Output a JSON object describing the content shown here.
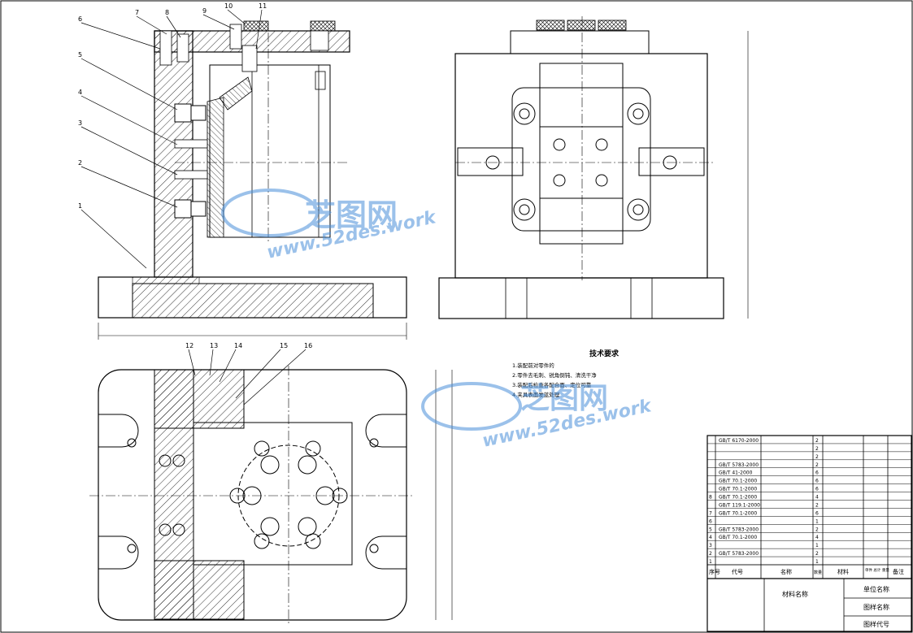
{
  "drawing": {
    "part_numbers": [
      "1",
      "2",
      "3",
      "4",
      "5",
      "6",
      "7",
      "8",
      "9",
      "10",
      "11",
      "12",
      "13",
      "14",
      "15",
      "16"
    ],
    "tech_title": "技术要求",
    "tech_lines": [
      "1.装配前对零件的",
      "2.零件去毛刺、锐角倒钝、清洗干净",
      "3.装配后检查各配合面、定位可靠",
      "4.夹具表面发蓝处理"
    ]
  },
  "watermark": {
    "brand": "芝图网",
    "url": "www.52des.work"
  },
  "title_block": {
    "bom_rows": [
      {
        "no": "",
        "code": "GB/T 6170-2000",
        "name": "",
        "qty": "2"
      },
      {
        "no": "",
        "code": "",
        "name": "",
        "qty": "2"
      },
      {
        "no": "",
        "code": "",
        "name": "",
        "qty": "2"
      },
      {
        "no": "",
        "code": "GB/T 5783-2000",
        "name": "",
        "qty": "2"
      },
      {
        "no": "",
        "code": "GB/T 41-2000",
        "name": "",
        "qty": "6"
      },
      {
        "no": "",
        "code": "GB/T 70.1-2000",
        "name": "",
        "qty": "6"
      },
      {
        "no": "",
        "code": "GB/T 70.1-2000",
        "name": "",
        "qty": "6"
      },
      {
        "no": "8",
        "code": "GB/T 70.1-2000",
        "name": "",
        "qty": "4"
      },
      {
        "no": "",
        "code": "GB/T 119.1-2000",
        "name": "",
        "qty": "2"
      },
      {
        "no": "7",
        "code": "GB/T 70.1-2000",
        "name": "",
        "qty": "6"
      },
      {
        "no": "6",
        "code": "",
        "name": "",
        "qty": "1"
      },
      {
        "no": "5",
        "code": "GB/T 5783-2000",
        "name": "",
        "qty": "2"
      },
      {
        "no": "4",
        "code": "GB/T 70.1-2000",
        "name": "",
        "qty": "4"
      },
      {
        "no": "3",
        "code": "",
        "name": "",
        "qty": "1"
      },
      {
        "no": "2",
        "code": "GB/T 5783-2000",
        "name": "",
        "qty": "2"
      },
      {
        "no": "1",
        "code": "",
        "name": "",
        "qty": "1"
      }
    ],
    "hdr_no": "序号",
    "hdr_code": "代号",
    "hdr_name": "名称",
    "hdr_qty": "数量",
    "hdr_material": "材料",
    "hdr_weight": "单件 总计 重量",
    "hdr_remark": "备注",
    "material_label": "材料名称",
    "company_label": "单位名称",
    "drawing_name_label": "图样名称",
    "drawing_no_label": "图样代号"
  }
}
